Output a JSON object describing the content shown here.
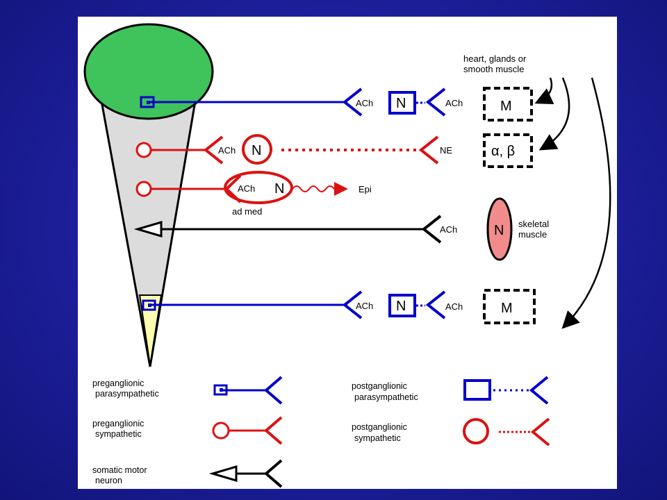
{
  "colors": {
    "parasympathetic": "#0000cc",
    "sympathetic": "#dd1111",
    "somatic": "#000000",
    "cns_top": "#3ec45a",
    "cns_body": "#dcdcdc",
    "sacral": "#ffffb0",
    "skeletal_muscle": "#f28c8c"
  },
  "diagram": {
    "targets_label_line1": "heart, glands or",
    "targets_label_line2": "smooth muscle",
    "row1": {
      "ach1": "ACh",
      "n": "N",
      "ach2": "ACh",
      "m": "M"
    },
    "row2": {
      "ach": "ACh",
      "n": "N",
      "ne": "NE",
      "receptor": "α, β"
    },
    "row3": {
      "ach": "ACh",
      "n": "N",
      "epi": "Epi",
      "admed": "ad med"
    },
    "row4": {
      "ach": "ACh",
      "n": "N",
      "muscle_line1": "skeletal",
      "muscle_line2": "muscle"
    },
    "row5": {
      "ach1": "ACh",
      "n": "N",
      "ach2": "ACh",
      "m": "M"
    }
  },
  "legend": {
    "pre_para_1": "preganglionic",
    "pre_para_2": "parasympathetic",
    "pre_symp_1": "preganglionic",
    "pre_symp_2": "sympathetic",
    "somatic_1": "somatic motor",
    "somatic_2": "neuron",
    "post_para_1": "postganglionic",
    "post_para_2": "parasympathetic",
    "post_symp_1": "postganglionic",
    "post_symp_2": "sympathetic"
  }
}
